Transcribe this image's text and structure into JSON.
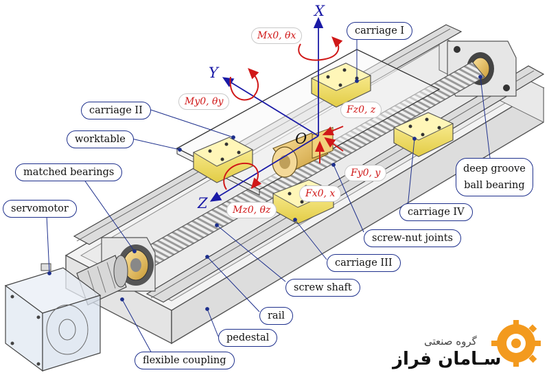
{
  "labels": {
    "carriage_1": "carriage I",
    "carriage_2": "carriage II",
    "carriage_3": "carriage III",
    "carriage_4": "carriage IV",
    "worktable": "worktable",
    "matched_bearings": "matched bearings",
    "servomotor": "servomotor",
    "deep_groove_line1": "deep groove",
    "deep_groove_line2": "ball bearing",
    "screw_nut_joints": "screw-nut joints",
    "screw_shaft": "screw shaft",
    "rail": "rail",
    "pedestal": "pedestal",
    "flexible_coupling": "flexible coupling"
  },
  "axes": {
    "x": "X",
    "y": "Y",
    "z": "Z",
    "origin": "O"
  },
  "forces": {
    "mx": "Mx0, θx",
    "my": "My0, θy",
    "mz": "Mz0, θz",
    "fz": "Fz0, z",
    "fy": "Fy0, y",
    "fx": "Fx0, x"
  },
  "logo": {
    "tagline": "گروه صنعتی",
    "name": "سـامان فراز"
  },
  "colors": {
    "leader": "#1d2f8c",
    "axis": "#1a1aa6",
    "moment": "#d01818",
    "carriage": "#f0df6a",
    "nut": "#e6c264",
    "logo_orange": "#f39a1e"
  }
}
